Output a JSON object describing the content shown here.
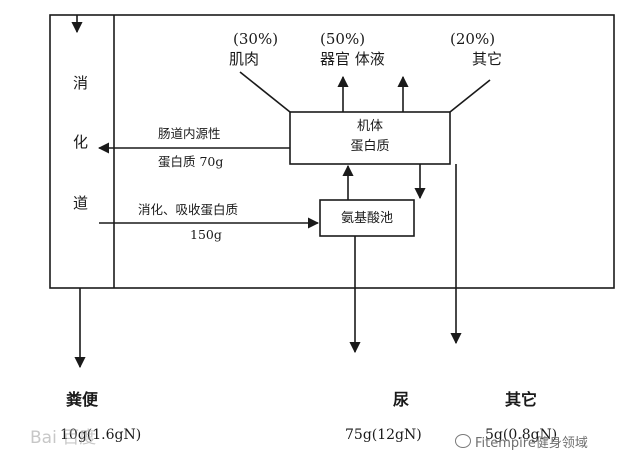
{
  "side_label": [
    "消",
    "化",
    "道"
  ],
  "top": {
    "muscle": {
      "pct": "(30%)",
      "label": "肌肉"
    },
    "organs": {
      "pct": "(50%)",
      "label": "器官  体液"
    },
    "other": {
      "pct": "(20%)",
      "label": "其它"
    }
  },
  "body_protein_box": {
    "line1": "机体",
    "line2": "蛋白质"
  },
  "amino_pool_box": "氨基酸池",
  "endogenous": {
    "line1": "肠道内源性",
    "line2": "蛋白质 70g"
  },
  "absorbed": {
    "line1": "消化、吸收蛋白质",
    "line2": "150g"
  },
  "outputs": {
    "feces": {
      "label": "粪便",
      "value": "10g(1.6gN)"
    },
    "urine": {
      "label": "尿",
      "value": "75g(12gN)"
    },
    "other": {
      "label": "其它",
      "value": "5g(0.8gN)"
    }
  },
  "watermark": {
    "left": "Bai 百度",
    "right": "Fitempire健身领域"
  }
}
